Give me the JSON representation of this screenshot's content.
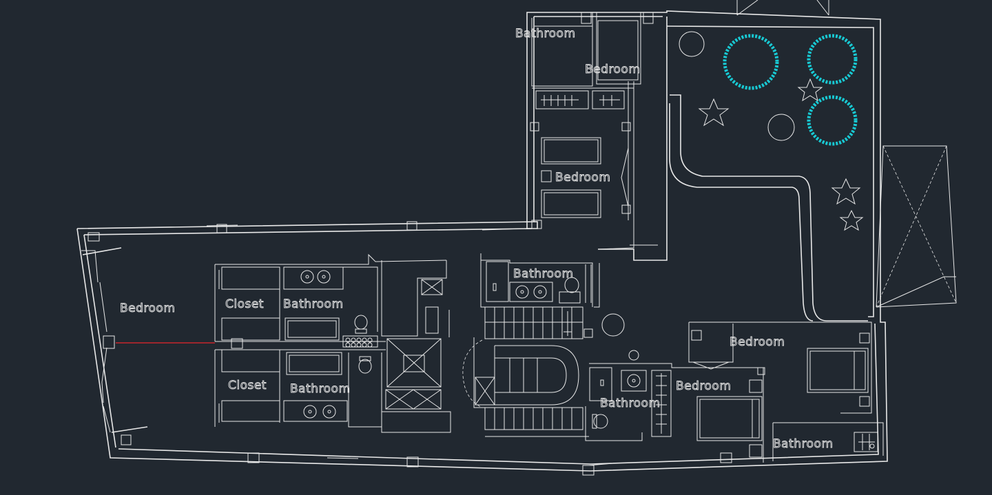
{
  "labels": {
    "bathroom_top": "Bathroom",
    "bedroom_top": "Bedroom",
    "bedroom_mid": "Bedroom",
    "bedroom_left": "Bedroom",
    "closet_upper": "Closet",
    "bathroom_upper": "Bathroom",
    "closet_lower": "Closet",
    "bathroom_lower": "Bathroom",
    "bathroom_center": "Bathroom",
    "bedroom_right_upper": "Bedroom",
    "bedroom_right_mid": "Bedroom",
    "bathroom_right_mid": "Bathroom",
    "bathroom_bottom_right": "Bathroom"
  },
  "colors": {
    "background": "#212830",
    "lines": "#e8e8e8",
    "trees": "#18c9d3",
    "dimension_line": "#c8262c"
  },
  "icons": {
    "trees": "tree-canopy-icon",
    "shrubs": "palm-shrub-icon",
    "stairs": "staircase-icon"
  }
}
